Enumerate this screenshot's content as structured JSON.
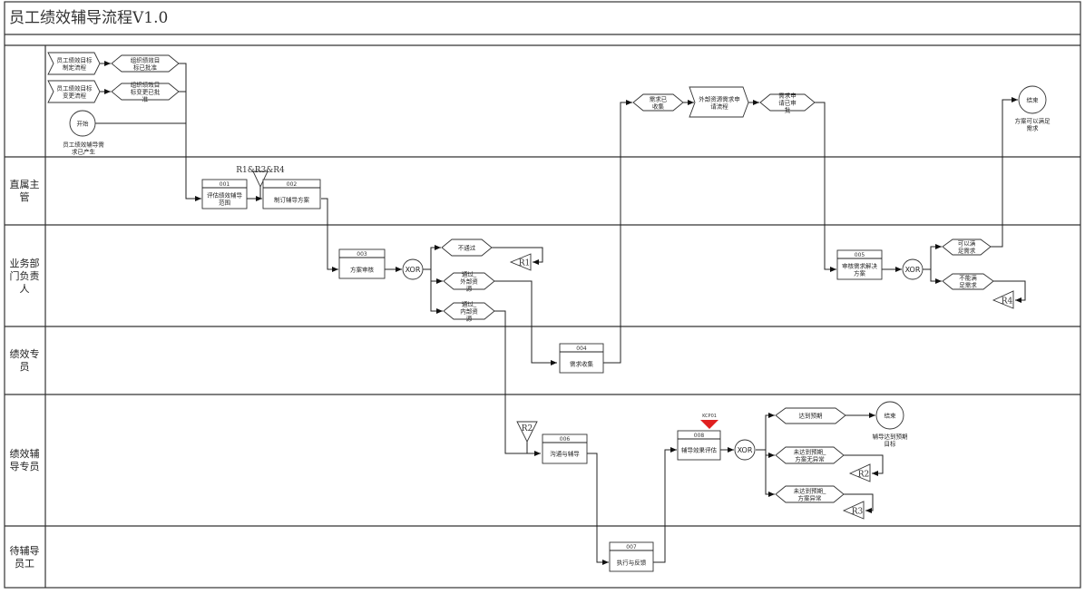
{
  "title": "员工绩效辅导流程V1.0",
  "lanes": [
    {
      "label": ""
    },
    {
      "label": "直属主\n管"
    },
    {
      "label": "业务部\n门负责\n人"
    },
    {
      "label": "绩效专\n员"
    },
    {
      "label": "绩效辅\n导专员"
    },
    {
      "label": "待辅导\n员工"
    }
  ],
  "processes": [
    {
      "id": "001",
      "text": "评估绩效辅导\n范围"
    },
    {
      "id": "002",
      "text": "制订辅导方案"
    },
    {
      "id": "003",
      "text": "方案审核"
    },
    {
      "id": "004",
      "text": "需求收集"
    },
    {
      "id": "005",
      "text": "审核需求解决\n方案"
    },
    {
      "id": "006",
      "text": "沟通与辅导"
    },
    {
      "id": "007",
      "text": "执行与反馈"
    },
    {
      "id": "008",
      "text": "辅导效果评估"
    }
  ],
  "subprocesses": [
    {
      "text": "员工绩效目标\n制定流程"
    },
    {
      "text": "员工绩效目标\n变更流程"
    },
    {
      "text": "外部资源需求申\n请流程"
    }
  ],
  "events": [
    {
      "text": "组织绩效目\n标已批准"
    },
    {
      "text": "组织绩效目\n标变更已批\n准"
    },
    {
      "text": "不通过"
    },
    {
      "text": "通过_\n外部资\n源"
    },
    {
      "text": "通过_\n内部资\n源"
    },
    {
      "text": "需求已\n收集"
    },
    {
      "text": "需求申\n请已审\n批"
    },
    {
      "text": "可以满\n足需求"
    },
    {
      "text": "不能满\n足需求"
    },
    {
      "text": "达到预期"
    },
    {
      "text": "未达到预期_\n方案无异常"
    },
    {
      "text": "未达到预期_\n方案异常"
    }
  ],
  "start": {
    "label": "开始",
    "caption": "员工绩效辅导需\n求已产生"
  },
  "ends": [
    {
      "label": "结束",
      "caption": "方案可以满足\n需求"
    },
    {
      "label": "结束",
      "caption": "辅导达到预期\n目标"
    }
  ],
  "gateways": [
    {
      "label": "XOR"
    },
    {
      "label": "XOR"
    },
    {
      "label": "XOR"
    }
  ],
  "risks": [
    {
      "label": "R1&R3&R4"
    },
    {
      "label": "R1"
    },
    {
      "label": "R4"
    },
    {
      "label": "R2"
    },
    {
      "label": "R2"
    },
    {
      "label": "R3"
    }
  ],
  "kcp": {
    "label": "KCP01",
    "color": "#e02020"
  }
}
